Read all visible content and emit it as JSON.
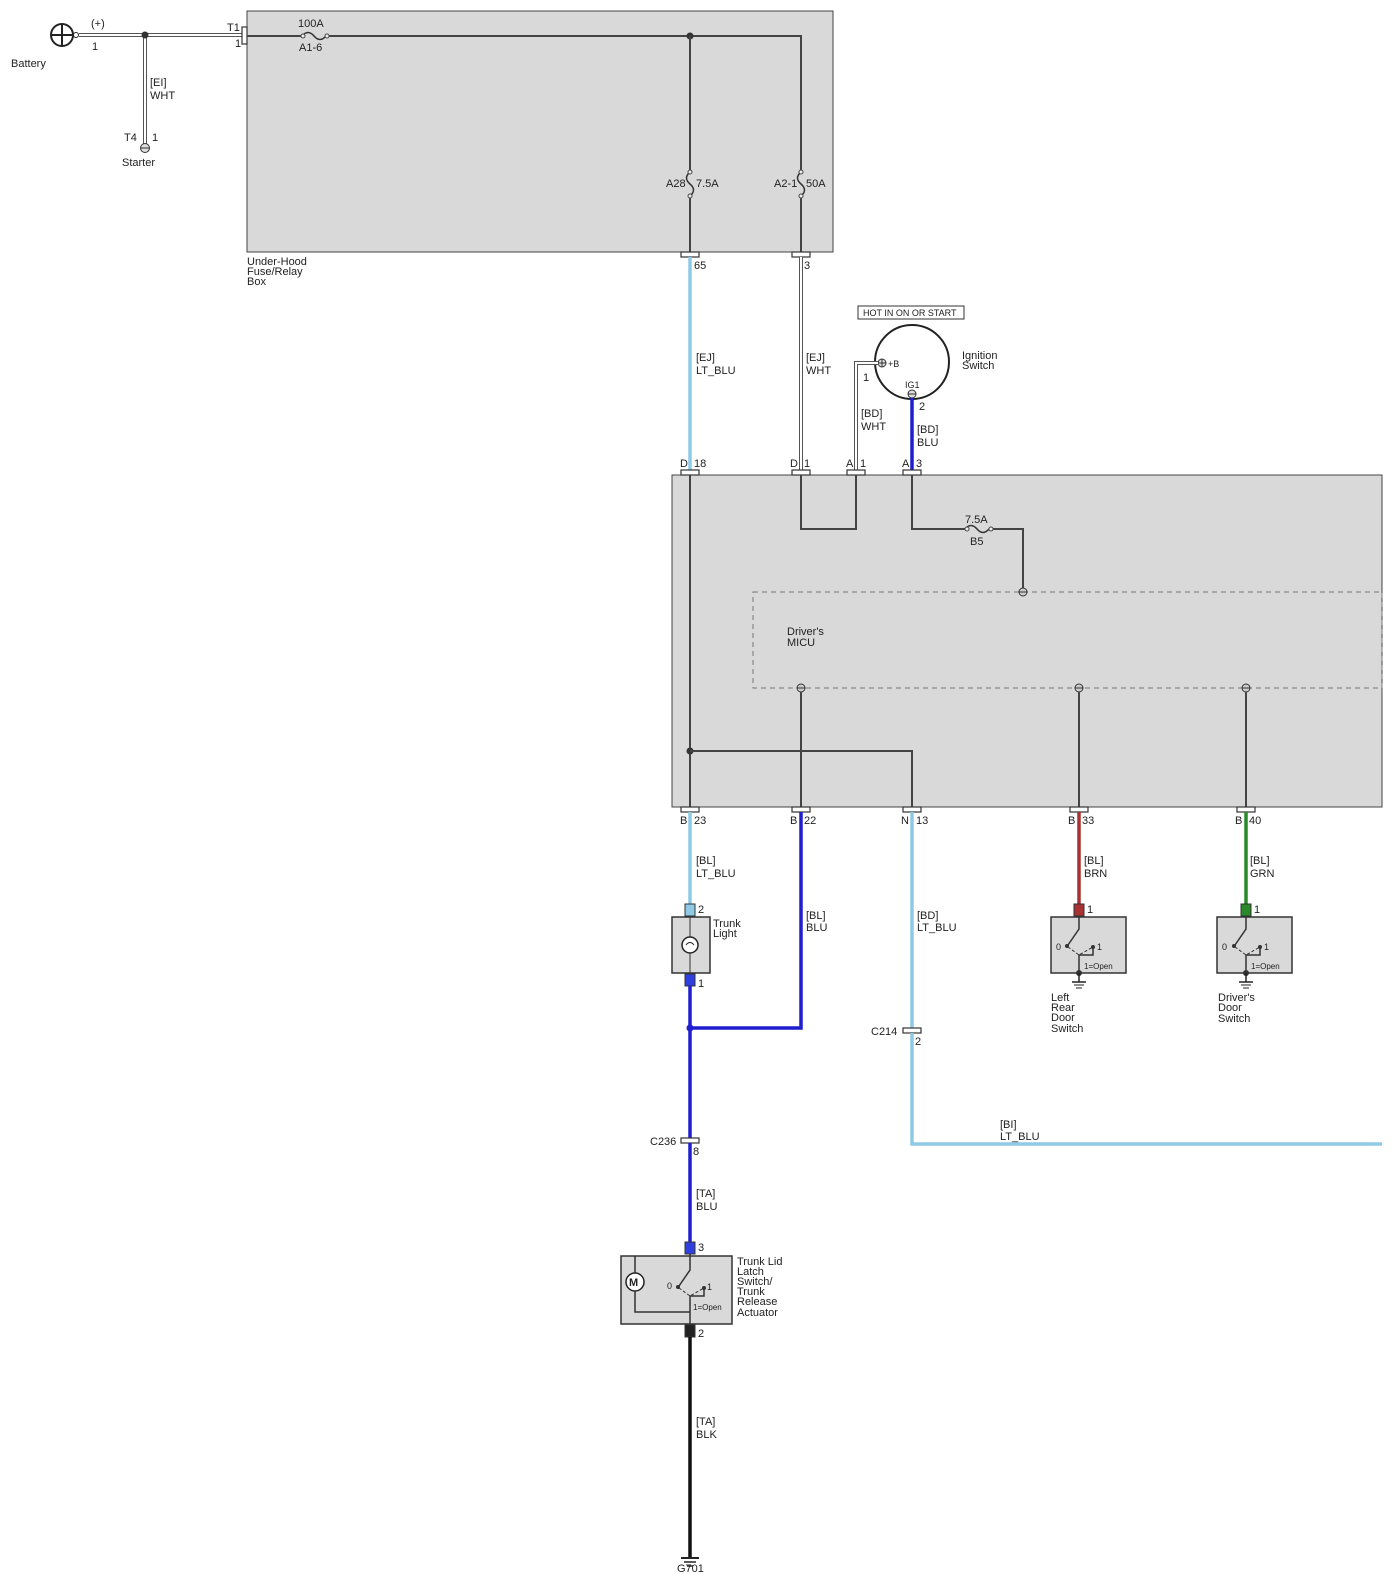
{
  "battery": {
    "name": "Battery",
    "polarity": "(+)",
    "pin": "1"
  },
  "starter": {
    "name": "Starter",
    "connector": "T4",
    "pin": "1",
    "wire_conn": "[EI]",
    "wire_color": "WHT"
  },
  "fuse_box": {
    "name_l1": "Under-Hood",
    "name_l2": "Fuse/Relay",
    "name_l3": "Box",
    "t1": "T1",
    "t1_pin": "1",
    "main_fuse_rating": "100A",
    "main_fuse_id": "A1-6",
    "fuse_a28_id": "A28",
    "fuse_a28_rating": "7.5A",
    "fuse_a21_id": "A2-1",
    "fuse_a21_rating": "50A",
    "pin_65": "65",
    "pin_3": "3"
  },
  "wires": {
    "ej_conn": "[EJ]",
    "ej_ltblu": "LT_BLU",
    "ej_wht": "WHT",
    "bd_conn": "[BD]",
    "bd_wht": "WHT",
    "bd_blu": "BLU",
    "bd_ltblu": "LT_BLU",
    "bl_conn": "[BL]",
    "bl_ltblu": "LT_BLU",
    "bl_blu": "BLU",
    "bl_brn": "BRN",
    "bl_grn": "GRN",
    "bi_conn": "[BI]",
    "bi_ltblu": "LT_BLU",
    "ta_conn": "[TA]",
    "ta_blu": "BLU",
    "ta_blk": "BLK"
  },
  "ignition": {
    "label_box": "HOT IN ON OR START",
    "name_l1": "Ignition",
    "name_l2": "Switch",
    "plus_b": "+B",
    "ig1": "IG1",
    "pin1": "1",
    "pin2": "2"
  },
  "micu": {
    "name_l1": "Driver's",
    "name_l2": "MICU",
    "fuse_rating": "7.5A",
    "fuse_id": "B5",
    "top_pins": [
      {
        "conn": "D",
        "num": "18"
      },
      {
        "conn": "D",
        "num": "1"
      },
      {
        "conn": "A",
        "num": "1"
      },
      {
        "conn": "A",
        "num": "3"
      }
    ],
    "bottom_pins": [
      {
        "conn": "B",
        "num": "23"
      },
      {
        "conn": "B",
        "num": "22"
      },
      {
        "conn": "N",
        "num": "13"
      },
      {
        "conn": "B",
        "num": "33"
      },
      {
        "conn": "B",
        "num": "40"
      }
    ]
  },
  "trunk_light": {
    "name_l1": "Trunk",
    "name_l2": "Light",
    "pin_top": "2",
    "pin_bottom": "1"
  },
  "c214": {
    "name": "C214",
    "pin": "2"
  },
  "c236": {
    "name": "C236",
    "pin": "8"
  },
  "left_rear_door": {
    "name_l1": "Left",
    "name_l2": "Rear",
    "name_l3": "Door",
    "name_l4": "Switch",
    "pin": "1",
    "state0": "0",
    "state1": "1",
    "open_note": "1=Open"
  },
  "drivers_door": {
    "name_l1": "Driver's",
    "name_l2": "Door",
    "name_l3": "Switch",
    "pin": "1",
    "state0": "0",
    "state1": "1",
    "open_note": "1=Open"
  },
  "trunk_latch": {
    "name_l1": "Trunk Lid",
    "name_l2": "Latch",
    "name_l3": "Switch/",
    "name_l4": "Trunk",
    "name_l5": "Release",
    "name_l6": "Actuator",
    "motor": "M",
    "pin_top": "3",
    "pin_bottom": "2",
    "state0": "0",
    "state1": "1",
    "open_note": "1=Open"
  },
  "ground": {
    "name": "G701"
  }
}
